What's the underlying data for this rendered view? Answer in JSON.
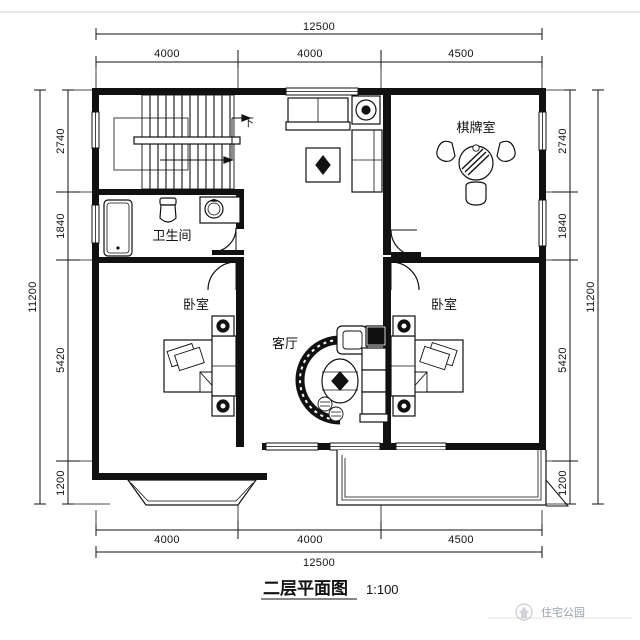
{
  "drawing": {
    "title": "二层平面图",
    "scale": "1:100",
    "watermark": "住宅公园",
    "watermark_icon": "logo-icon"
  },
  "dimensions": {
    "top": {
      "total": "12500",
      "segments": [
        "4000",
        "4000",
        "4500"
      ]
    },
    "bottom": {
      "total": "12500",
      "segments": [
        "4000",
        "4000",
        "4500"
      ]
    },
    "left": {
      "total": "11200",
      "segments": [
        "2740",
        "1840",
        "5420",
        "1200"
      ]
    },
    "right": {
      "total": "11200",
      "segments": [
        "2740",
        "1840",
        "5420",
        "1200"
      ]
    }
  },
  "rooms": [
    {
      "id": "stair",
      "label": "",
      "annotation": "下"
    },
    {
      "id": "bathroom",
      "label": "卫生间",
      "annotation": ""
    },
    {
      "id": "game",
      "label": "棋牌室",
      "annotation": ""
    },
    {
      "id": "bedroom_left",
      "label": "卧室",
      "annotation": ""
    },
    {
      "id": "bedroom_right",
      "label": "卧室",
      "annotation": ""
    },
    {
      "id": "living",
      "label": "客厅",
      "annotation": ""
    }
  ],
  "labels": {
    "stair_down": "下",
    "bathroom": "卫生间",
    "game_room": "棋牌室",
    "bedroom_left": "卧室",
    "bedroom_right": "卧室",
    "living_room": "客厅"
  },
  "colors": {
    "ink": "#111111",
    "paper": "#ffffff",
    "watermark": "#9aa0a6"
  }
}
